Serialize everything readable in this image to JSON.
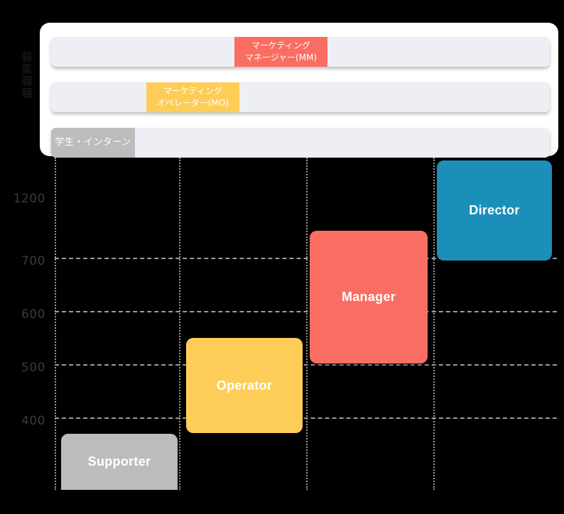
{
  "axis": {
    "y_caption": "募集職種",
    "y_ticks": [
      1200,
      700,
      600,
      500,
      400
    ]
  },
  "bars": {
    "rows": [
      {
        "name": "marketing-manager",
        "label_line1": "マーケティング",
        "label_line2": "マネージャー(MM)",
        "color": "#fa6d62"
      },
      {
        "name": "marketing-operator",
        "label_line1": "マーケティング",
        "label_line2": "オペレーター(MO)",
        "color": "#fdcd58"
      },
      {
        "name": "student-intern",
        "label_line1": "学生・インターン",
        "label_line2": "",
        "color": "#bcbcbc"
      }
    ]
  },
  "roles": {
    "supporter": {
      "label": "Supporter",
      "color": "#bcbcbc"
    },
    "operator": {
      "label": "Operator",
      "color": "#fdcd58"
    },
    "manager": {
      "label": "Manager",
      "color": "#fa6d62"
    },
    "director": {
      "label": "Director",
      "color": "#1b8fba"
    }
  },
  "chart_data": {
    "type": "bar",
    "title": "",
    "xlabel": "",
    "ylabel": "募集職種",
    "ytick_labels": [
      "1200",
      "700",
      "600",
      "500",
      "400"
    ],
    "ytick_values": [
      1200,
      700,
      600,
      500,
      400
    ],
    "grid": true,
    "legend": "none",
    "categories": [
      "Supporter",
      "Operator",
      "Manager",
      "Director"
    ],
    "series": [
      {
        "name": "salary-range",
        "items": [
          {
            "category": "Supporter",
            "low": 0,
            "high": 400,
            "color": "#bcbcbc"
          },
          {
            "category": "Operator",
            "low": 400,
            "high": 500,
            "color": "#fdcd58"
          },
          {
            "category": "Manager",
            "low": 500,
            "high": 700,
            "color": "#fa6d62"
          },
          {
            "category": "Director",
            "low": 700,
            "high": 1200,
            "color": "#1b8fba"
          }
        ]
      }
    ],
    "job_bands": [
      {
        "label": "マーケティングマネージャー(MM)",
        "color": "#fa6d62",
        "track": 1
      },
      {
        "label": "マーケティングオペレーター(MO)",
        "color": "#fdcd58",
        "track": 2
      },
      {
        "label": "学生・インターン",
        "color": "#bcbcbc",
        "track": 3
      }
    ]
  }
}
